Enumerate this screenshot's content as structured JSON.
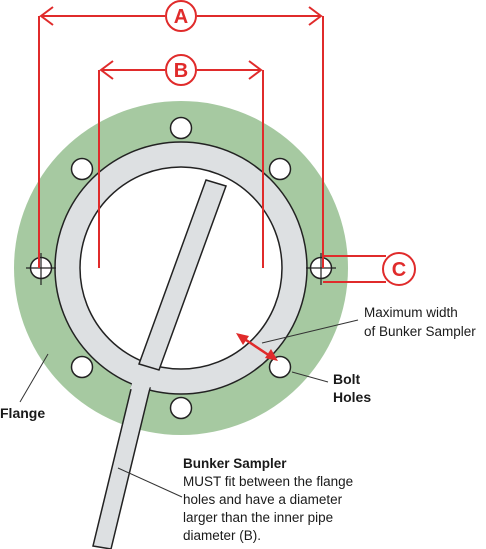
{
  "colors": {
    "flange": "#a6c9a1",
    "sampler": "#dde0e2",
    "outline": "#222222",
    "dimension": "#e02b2b",
    "text": "#1a1a1a"
  },
  "dimensions": {
    "a": "A",
    "b": "B",
    "c": "C"
  },
  "labels": {
    "max_width_line1": "Maximum width",
    "max_width_line2": "of Bunker Sampler",
    "bolt_line1": "Bolt",
    "bolt_line2": "Holes",
    "flange": "Flange",
    "sampler_title": "Bunker Sampler",
    "sampler_desc_1": "MUST fit between the flange",
    "sampler_desc_2": "holes and have a diameter",
    "sampler_desc_3": "larger than the inner pipe",
    "sampler_desc_4": "diameter (B)."
  }
}
